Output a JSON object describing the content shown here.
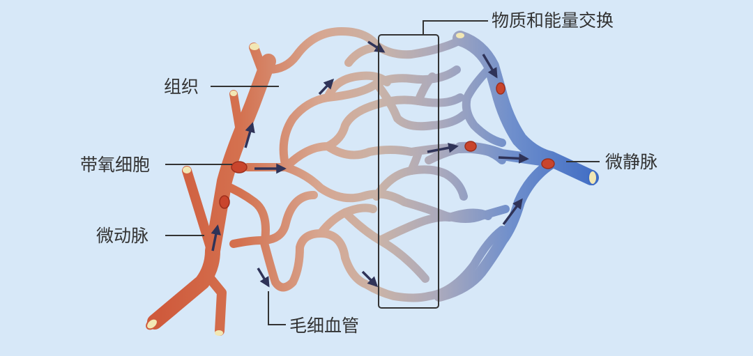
{
  "labels": {
    "exchange": "物质和能量交换",
    "tissue": "组织",
    "oxygen_rbc": "带氧细胞",
    "arteriole": "微动脉",
    "capillary": "毛细血管",
    "venule": "微静脉"
  },
  "colors": {
    "background": "#d7e8f8",
    "arteriole": "#d0603f",
    "venule": "#4d76c6",
    "capillary_mid": "#c7ad9f",
    "red_cell": "#c9452c",
    "arrow": "#2f3358",
    "leader_line": "#333333",
    "exchange_box": "#333333"
  }
}
